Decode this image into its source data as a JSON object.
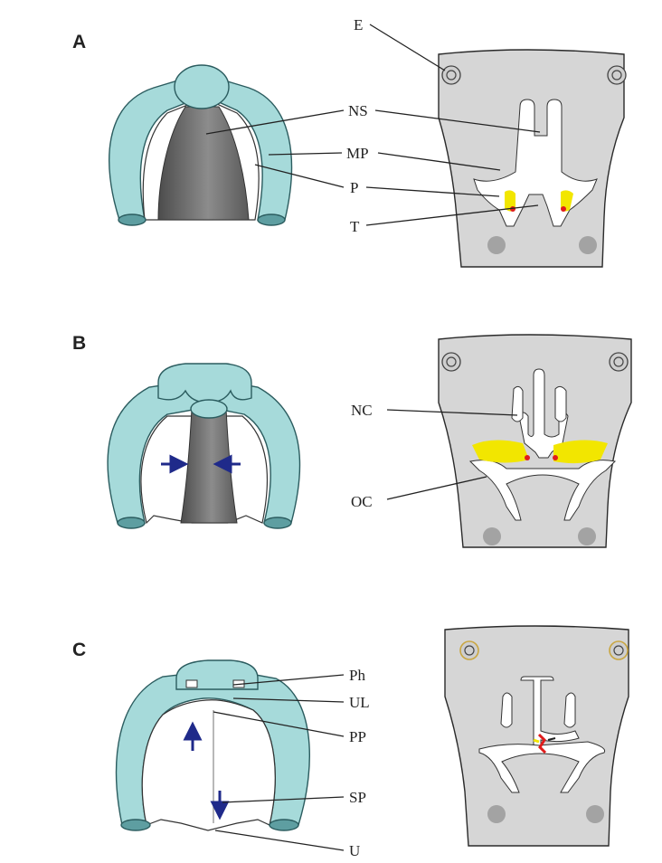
{
  "panels": [
    "A",
    "B",
    "C"
  ],
  "labels": {
    "E": "E",
    "NS": "NS",
    "MP": "MP",
    "P": "P",
    "T": "T",
    "NC": "NC",
    "OC": "OC",
    "Ph": "Ph",
    "UL": "UL",
    "PP": "PP",
    "SP": "SP",
    "U": "U"
  },
  "colors": {
    "tissue": "#a6dada",
    "tissue_cut": "#5e9ea1",
    "septum": "#6e6e6e",
    "head_section": "#d6d6d6",
    "shelf_highlight": "#f2e600",
    "fusion_mark": "#e01b1b",
    "arrow": "#1f2a8a"
  },
  "icons": [
    "inward-arrow-icon",
    "outward-arrow-icon"
  ]
}
